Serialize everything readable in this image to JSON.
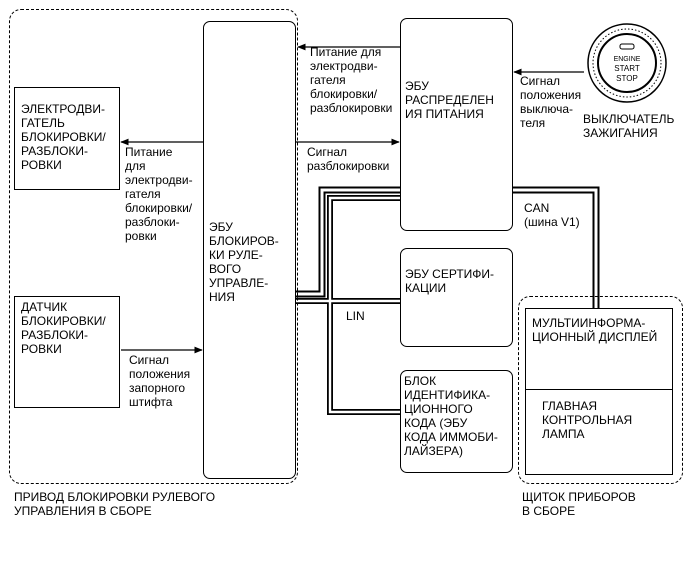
{
  "groups": {
    "steering_lock_assembly": "ПРИВОД БЛОКИРОВКИ РУЛЕВОГО\nУПРАВЛЕНИЯ В СБОРЕ",
    "instrument_cluster": "ЩИТОК ПРИБОРОВ\nВ СБОРЕ"
  },
  "blocks": {
    "lock_motor": "ЭЛЕКТРОДВИ-\nГАТЕЛЬ\nБЛОКИРОВКИ/\nРАЗБЛОКИ-\nРОВКИ",
    "lock_sensor": "ДАТЧИК\nБЛОКИРОВКИ/\nРАЗБЛОКИ-\nРОВКИ",
    "steering_lock_ecu": "ЭБУ\nБЛОКИРОВ-\nКИ РУЛЕ-\nВОГО\nУПРАВЛЕ-\nНИЯ",
    "power_distribution_ecu": "ЭБУ\nРАСПРЕДЕЛЕН\nИЯ ПИТАНИЯ",
    "certification_ecu": "ЭБУ СЕРТИФИ-\nКАЦИИ",
    "immobilizer_ecu": "БЛОК\nИДЕНТИФИКА-\nЦИОННОГО\nКОДА (ЭБУ\nКОДА ИММОБИ-\nЛАЙЗЕРА)",
    "multi_display": "МУЛЬТИИНФОРМА-\nЦИОННЫЙ ДИСПЛЕЙ",
    "master_warning": "ГЛАВНАЯ\nКОНТРОЛЬНАЯ\nЛАМПА",
    "ignition_switch": "ВЫКЛЮЧАТЕЛЬ\nЗАЖИГАНИЯ"
  },
  "ignition_button": {
    "line1": "ENGINE",
    "line2": "START",
    "line3": "STOP"
  },
  "signals": {
    "power_to_ecu": "Питание для\nэлектродви-\nгателя\nблокировки/\nразблокировки",
    "unlock_signal": "Сигнал\nразблокировки",
    "ignition_position": "Сигнал\nположения\nвыключа-\nтеля",
    "power_to_motor": "Питание\nдля\nэлектродви-\nгателя\nблокировки/\nразблоки-\nровки",
    "pin_position": "Сигнал\nположения\nзапорного\nштифта",
    "lin": "LIN",
    "can": "CAN\n(шина V1)"
  }
}
